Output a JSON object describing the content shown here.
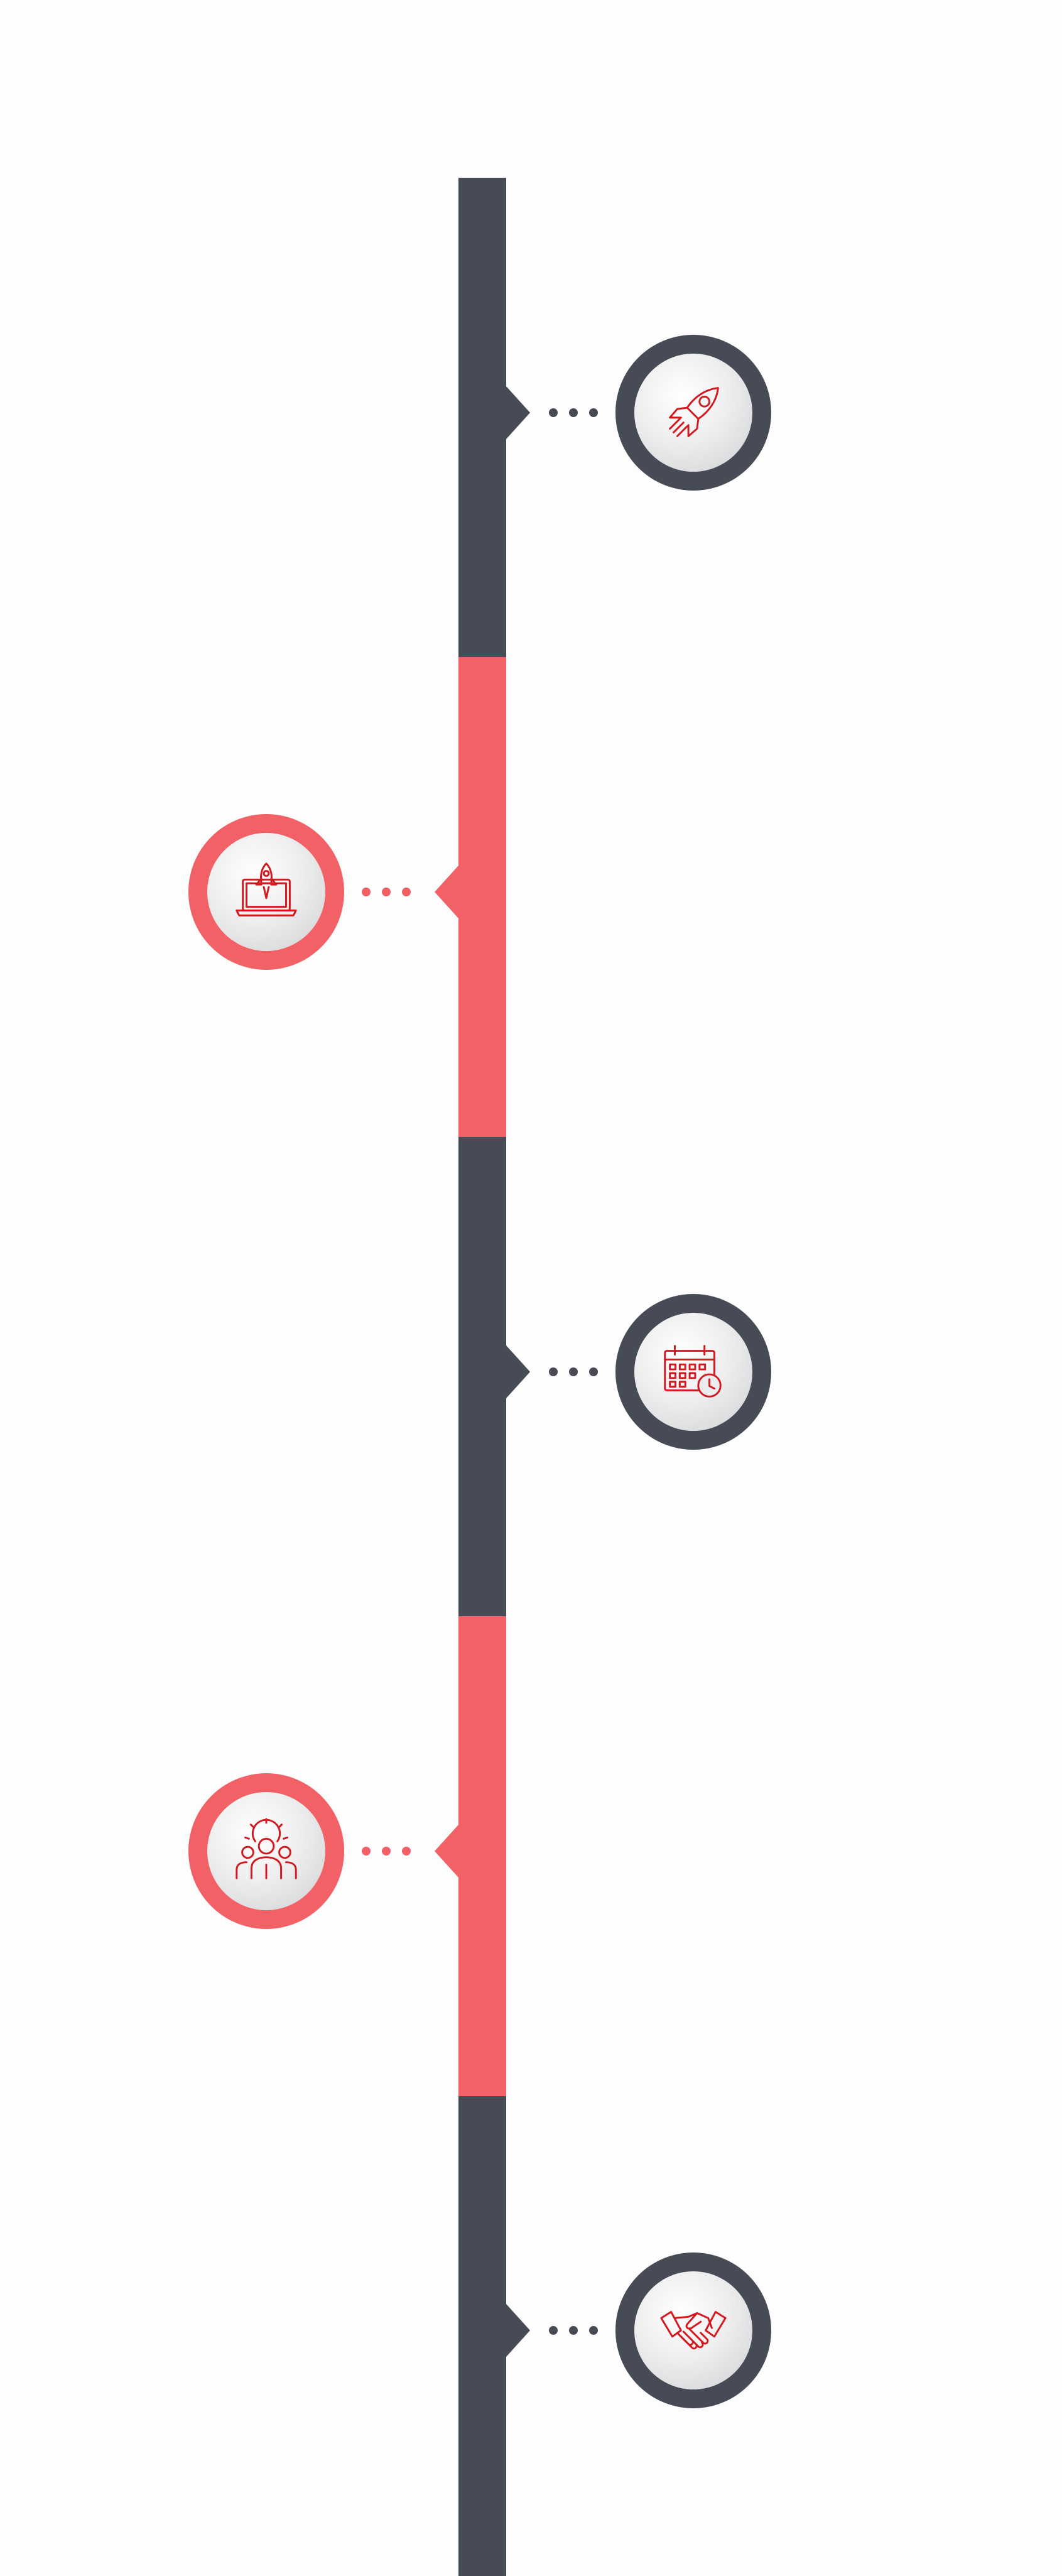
{
  "colors": {
    "dark": "#474b55",
    "accent": "#f16165",
    "icon": "#d3191f",
    "background": "#fdfdfd"
  },
  "segments": [
    {
      "color": "dark"
    },
    {
      "color": "accent"
    },
    {
      "color": "dark"
    },
    {
      "color": "accent"
    },
    {
      "color": "dark"
    }
  ],
  "milestones": [
    {
      "side": "right",
      "color": "dark",
      "icon": "rocket-icon"
    },
    {
      "side": "left",
      "color": "accent",
      "icon": "laptop-rocket-icon"
    },
    {
      "side": "right",
      "color": "dark",
      "icon": "calendar-clock-icon"
    },
    {
      "side": "left",
      "color": "accent",
      "icon": "team-gear-icon"
    },
    {
      "side": "right",
      "color": "dark",
      "icon": "handshake-icon"
    }
  ]
}
